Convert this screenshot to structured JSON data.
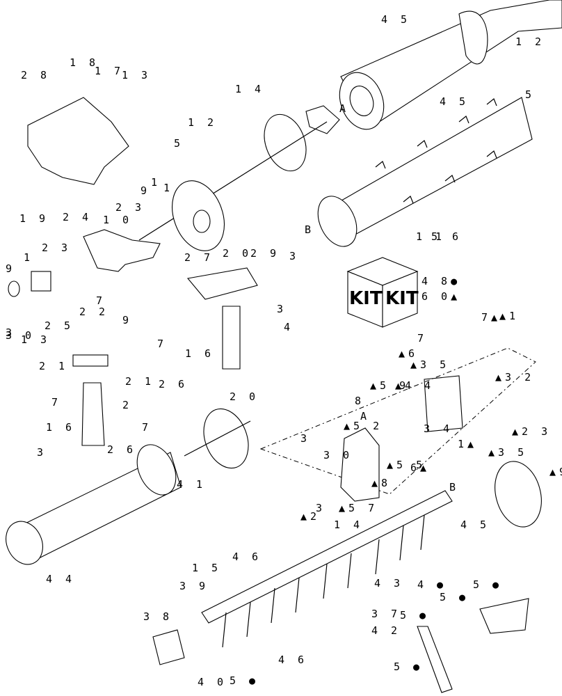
{
  "kit_label": "KIT",
  "callouts": [
    "4 5",
    "1 2",
    "5",
    "1 8",
    "1 7",
    "1 3",
    "2 8",
    "1 4",
    "4 5",
    "A",
    "1 2",
    "5",
    "9",
    "1",
    "1",
    "2 3",
    "2 4",
    "1 0",
    "2 3",
    "1",
    "9",
    "3",
    "1 3",
    "2 5",
    "3 0",
    "7",
    "2 7",
    "2 0",
    "1 9",
    "B",
    "1 1",
    "5",
    "6",
    "2 9",
    "3",
    "4 8●",
    "6 0▲",
    "2 2",
    "9",
    "2 1",
    "2 1",
    "7",
    "2",
    "1 6",
    "3",
    "2 6",
    "7",
    "1 6",
    "3",
    "4",
    "7",
    "2 6",
    "2 0",
    "7▲",
    "▲1",
    "▲6",
    "▲3 5",
    "7",
    "▲4 4",
    "▲5 9",
    "8",
    "▲5 2",
    "A",
    "▲3 2",
    "3",
    "3 0",
    "▲5 5",
    "3 4",
    "6▲",
    "1▲",
    "▲3 5",
    "▲2 3",
    "▲8",
    "B",
    "▲9",
    "▲2",
    "3",
    "▲5 7",
    "1 4",
    "4 1",
    "4 5",
    "4 4",
    "4 3",
    "4 6",
    "1 5",
    "3 9",
    "3 7",
    "4 2",
    "3 8",
    "4 6",
    "4 0",
    "5 ●",
    "4 ●",
    "5 ●",
    "5 ●",
    "5 ●",
    "5 ●"
  ]
}
